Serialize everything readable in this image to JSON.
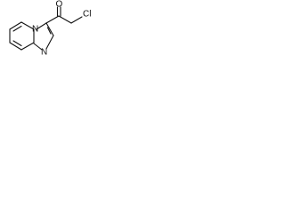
{
  "structure": {
    "atoms": {
      "oxygen": "O",
      "chlorine": "Cl",
      "ring_nitrogen_bridgehead": "N",
      "ring_nitrogen_imidazole": "N"
    }
  }
}
